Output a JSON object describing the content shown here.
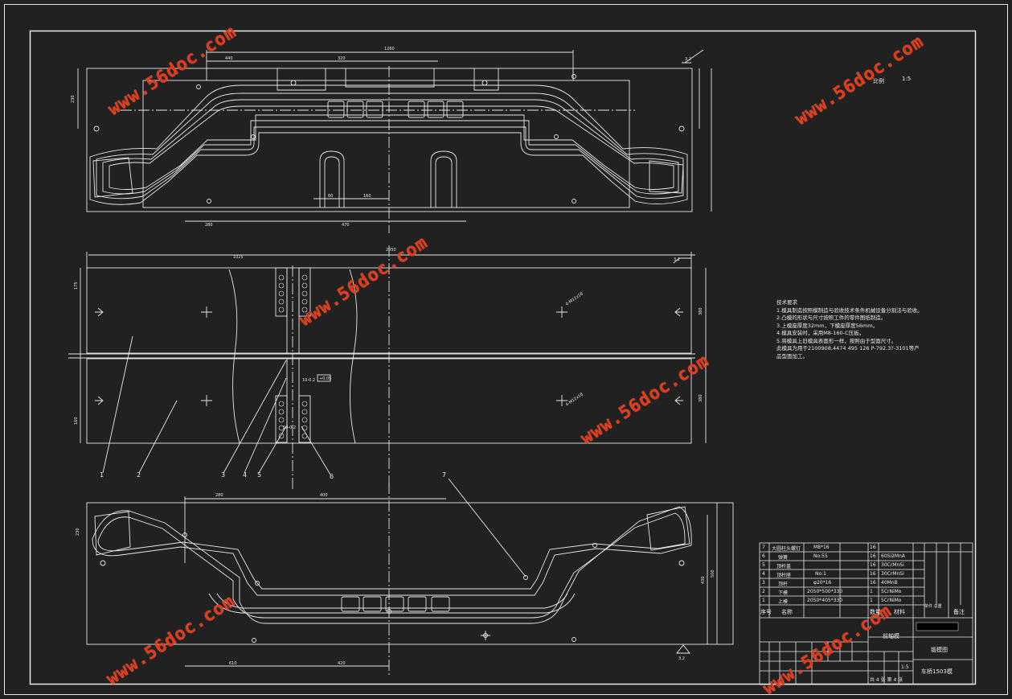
{
  "watermark": "www.56doc.com",
  "scale_label": "比例",
  "scale_value": "1:5",
  "tech_notes": {
    "title": "技术要求",
    "items": [
      "1.模具制造按照模制造与验收技术条件机械设备分割法与验收。",
      "2.凸模的形状与尺寸按照工件的零件图纸制造。",
      "3.上模座厚度32mm，下模座厚度56mm。",
      "4.模具安装时，采用M8-160-C压板。",
      "5.将模具上旧模具表面形一样，按照由于型面尺寸。",
      "此模具为用于2100908,4474 495 126 P-792.3?-3101等产",
      "品型面加工。"
    ]
  },
  "part_labels": [
    "1",
    "2",
    "3",
    "4",
    "5",
    "6",
    "7"
  ],
  "bom": [
    {
      "no": "7",
      "name": "大圆柱头螺钉",
      "spec": "M8*16",
      "qty": "16",
      "material": ""
    },
    {
      "no": "6",
      "name": "弹簧",
      "spec": "No:55",
      "qty": "16",
      "material": "60Si2MnA"
    },
    {
      "no": "5",
      "name": "顶杆盖",
      "spec": "",
      "qty": "16",
      "material": "30CrMnSi"
    },
    {
      "no": "4",
      "name": "顶杆座",
      "spec": "No:1",
      "qty": "16",
      "material": "30CrMnSi"
    },
    {
      "no": "3",
      "name": "顶杆",
      "spec": "φ20*16",
      "qty": "16",
      "material": "40MnB"
    },
    {
      "no": "2",
      "name": "下模",
      "spec": "2050*500*330",
      "qty": "1",
      "material": "5CrNiMo"
    },
    {
      "no": "1",
      "name": "上模",
      "spec": "2050*405*330",
      "qty": "1",
      "material": "5CrNiMo"
    }
  ],
  "bom_header": {
    "no": "序号",
    "name": "名称",
    "qty": "数量",
    "material": "材料",
    "weight": "单件 总重",
    "remark": "备注"
  },
  "title_block": {
    "product": "前轴模",
    "company": "锻模图",
    "drawing_no": "车桥1503模",
    "scale": "1:5",
    "sheet": "共 4 张  第 4 张"
  }
}
